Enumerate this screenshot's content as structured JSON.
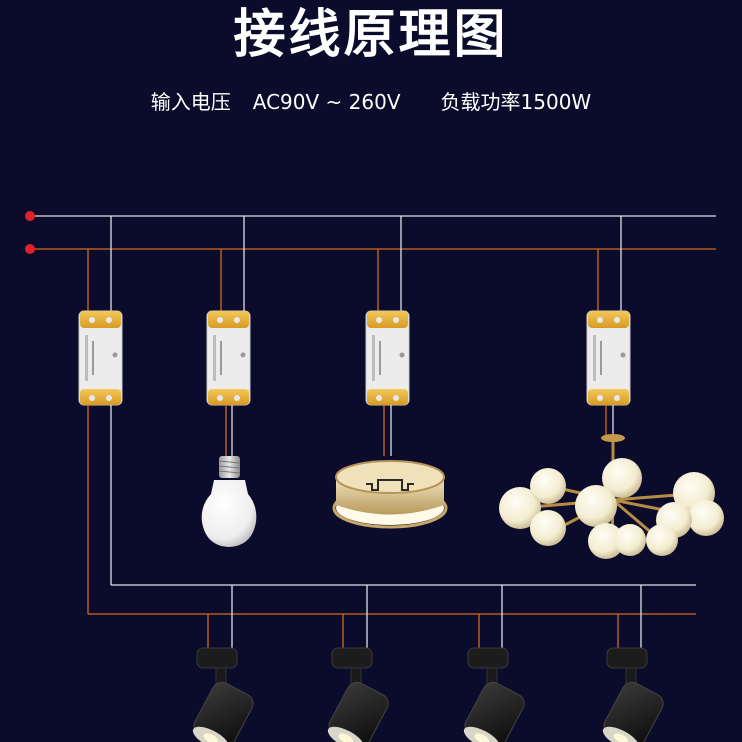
{
  "title": "接线原理图",
  "specs": {
    "input_label": "输入电压",
    "input_value": "AC90V ~ 260V",
    "load_label": "负载功率1500W"
  },
  "colors": {
    "background": "#0b0b2c",
    "live_wire": "#e8e8f0",
    "neutral_wire": "#d2691e",
    "terminal_dot": "#e0202a",
    "controller_body": "#e9e9e9",
    "controller_cap": "#e5b13c"
  },
  "components": {
    "controllers": 4,
    "loads": [
      "bulb-icon",
      "ceiling-light-icon",
      "chandelier-icon",
      "track-spotlight-icon"
    ],
    "spotlights": 4
  }
}
